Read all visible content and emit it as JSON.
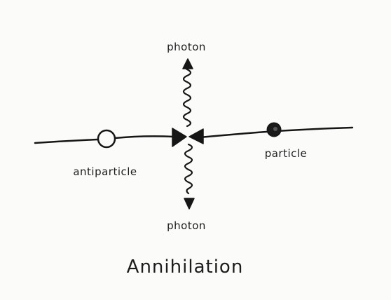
{
  "diagram": {
    "labels": {
      "photon_top": "photon",
      "photon_bottom": "photon",
      "antiparticle": "antiparticle",
      "particle": "particle"
    },
    "caption": "Annihilation",
    "colors": {
      "ink": "#161616",
      "paper": "#fbfbf9"
    }
  }
}
